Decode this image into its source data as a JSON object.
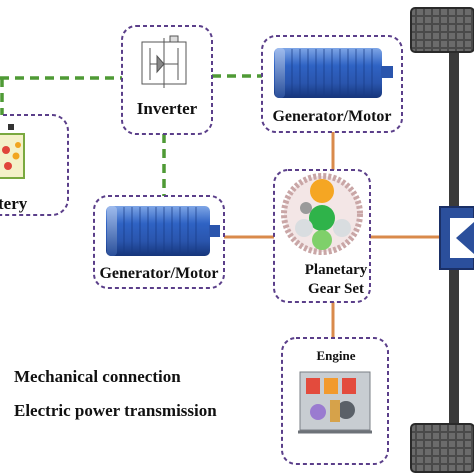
{
  "components": {
    "battery": {
      "label": "tery"
    },
    "inverter": {
      "label": "Inverter"
    },
    "generator_motor_top": {
      "label": "Generator/Motor"
    },
    "generator_motor_left": {
      "label": "Generator/Motor"
    },
    "planetary_gear_set": {
      "line1": "Planetary",
      "line2": "Gear Set"
    },
    "engine": {
      "label": "Engine"
    }
  },
  "legend": {
    "mechanical": "Mechanical connection",
    "electric": "Electric power transmission"
  },
  "colors": {
    "mechanical_line": "#d98a4b",
    "electric_line": "#4f9a35",
    "box_border": "#5b3f8a",
    "motor_blue": "#2f63c4",
    "wheel_dark": "#3d3d3d",
    "axle_blue": "#2b4f9c",
    "gear_orange": "#f5a623",
    "gear_green": "#2fb34a",
    "gear_ring": "#c9a6a6"
  }
}
